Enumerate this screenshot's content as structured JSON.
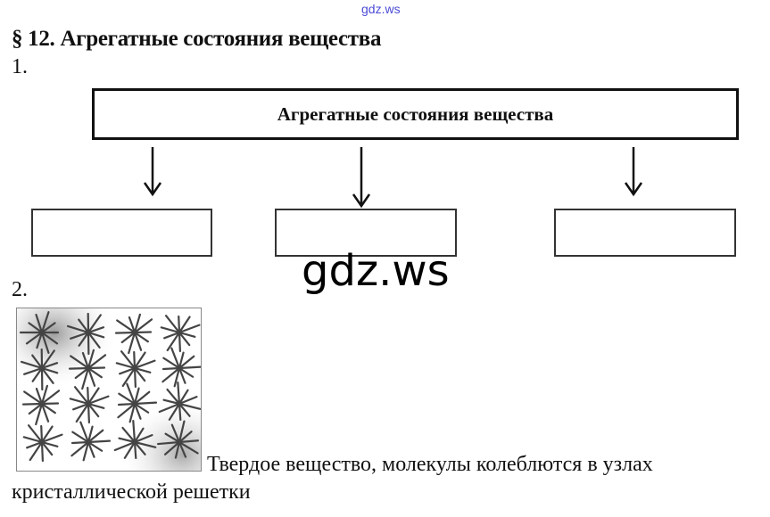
{
  "watermark_top": "gdz.ws",
  "title": "§ 12. Агрегатные состояния вещества",
  "task1": {
    "number": "1.",
    "diagram_title": "Агрегатные состояния вещества",
    "boxes": [
      "",
      "",
      ""
    ]
  },
  "watermark": "gdz.ws",
  "task2": {
    "number": "2.",
    "caption_line1": "Твердое вещество, молекулы колеблются в узлах",
    "caption_line2": "кристаллической решетки"
  }
}
